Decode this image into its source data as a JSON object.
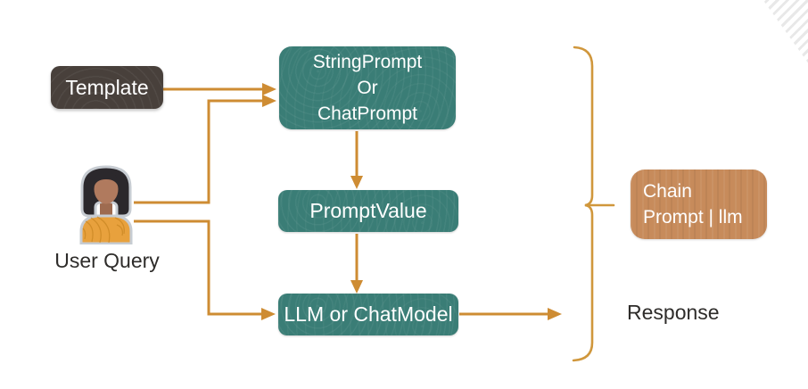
{
  "colors": {
    "teal": "#3A7D76",
    "dark-node": "#48403B",
    "arrow": "#CE8C33",
    "bracket": "#D0973C",
    "chain": "#C78B5B",
    "text-dark": "#2E2C2A",
    "avatar-shirt": "#E8A13D",
    "avatar-shirt-line": "#C5831F",
    "avatar-skin": "#B07A5E",
    "avatar-neck": "#9E6B50",
    "avatar-hair": "#2B282C",
    "avatar-outline": "#C7CCD2"
  },
  "nodes": {
    "template": "Template",
    "prompt_line1": "StringPrompt",
    "prompt_line2": "Or",
    "prompt_line3": "ChatPrompt",
    "prompt_value": "PromptValue",
    "model": "LLM or ChatModel",
    "chain_line1": "Chain",
    "chain_line2": "Prompt | llm"
  },
  "labels": {
    "user_query": "User Query",
    "response": "Response"
  },
  "icons": {
    "user_avatar": "woman-with-dark-bob-and-orange-top"
  }
}
